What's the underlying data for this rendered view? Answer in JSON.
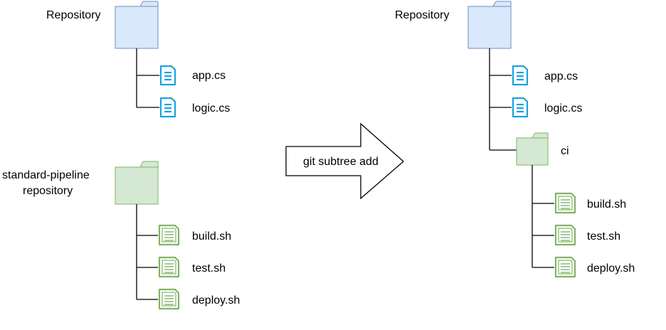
{
  "colors": {
    "blue_folder_fill": "#dae8fc",
    "blue_folder_stroke": "#6c8ebf",
    "blue_file": "#1ba1e2",
    "green_folder_fill": "#d5e8d4",
    "green_folder_stroke": "#82b366",
    "green_file": "#82b366",
    "connector": "#000000"
  },
  "left": {
    "repository": {
      "label": "Repository",
      "files": [
        "app.cs",
        "logic.cs"
      ]
    },
    "pipeline": {
      "label_line1": "standard-pipeline",
      "label_line2": "repository",
      "files": [
        "build.sh",
        "test.sh",
        "deploy.sh"
      ]
    }
  },
  "arrow": {
    "label": "git subtree add"
  },
  "right": {
    "repository": {
      "label": "Repository",
      "files": [
        "app.cs",
        "logic.cs"
      ],
      "subfolder": {
        "label": "ci",
        "files": [
          "build.sh",
          "test.sh",
          "deploy.sh"
        ]
      }
    }
  }
}
